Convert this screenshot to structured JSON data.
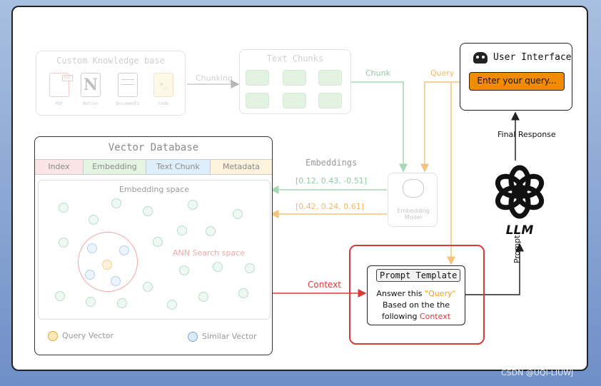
{
  "knowledge_base": {
    "title": "Custom Knowledge base",
    "items": [
      {
        "icon": "pdf-icon",
        "label": "PDF"
      },
      {
        "icon": "notion-icon",
        "label": "Notion"
      },
      {
        "icon": "documents-icon",
        "label": "Documents"
      },
      {
        "icon": "code-icon",
        "label": "Code"
      }
    ],
    "pdf_badge": "PDF",
    "notion_letter": "N",
    "code_glyph": ">_"
  },
  "arrows": {
    "chunking": "Chunking",
    "chunk": "Chunk",
    "query": "Query",
    "embeddings": "Embeddings",
    "embedding_1": "[0.12, 0.43, -0.51]",
    "embedding_2": "[0.42, 0.24, 0.61]",
    "context": "Context",
    "final_response": "Final Response",
    "prompt": "Prompt"
  },
  "text_chunks": {
    "title": "Text Chunks"
  },
  "user_interface": {
    "title": "User Interface",
    "input_placeholder": "Enter your query..."
  },
  "vector_db": {
    "title": "Vector Database",
    "columns": [
      "Index",
      "Embedding",
      "Text Chunk",
      "Metadata"
    ],
    "column_colors": [
      "#f6d2d2",
      "#d6efd6",
      "#d4e6f8",
      "#fbeccc"
    ],
    "space_label": "Embedding space",
    "ann_label": "ANN Search space",
    "legend_query": "Query Vector",
    "legend_similar": "Similar Vector"
  },
  "embedding_model": {
    "label": "Embedding Model"
  },
  "llm": {
    "label": "LLM"
  },
  "prompt_template": {
    "title": "Prompt Template",
    "line1_pre": "Answer this ",
    "line1_query": "\"Query\"",
    "line2": "Based on the the",
    "line3_pre": "following ",
    "line3_context": "Context"
  },
  "watermark": "CSDN @UQI-LIUWJ",
  "colors": {
    "accent_orange": "#f08c00",
    "context_red": "#d63b3b",
    "query_orange": "#f0a020",
    "ui_input_bg": "#f08c00"
  }
}
